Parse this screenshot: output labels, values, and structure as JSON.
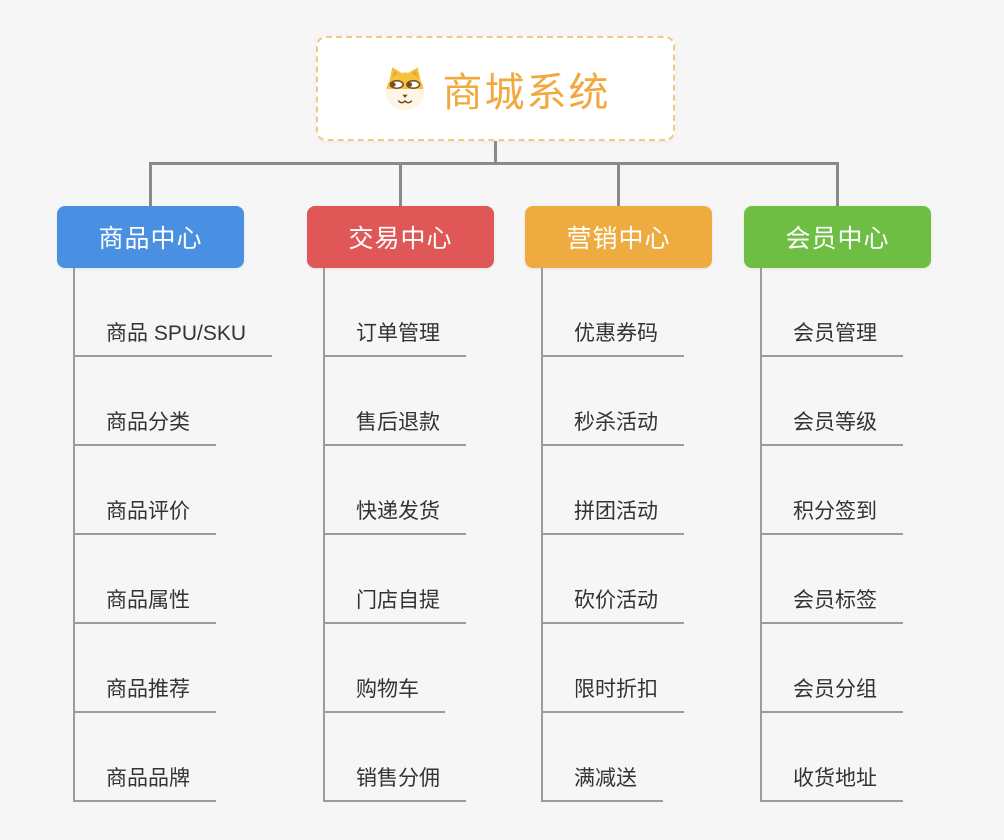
{
  "root": {
    "title": "商城系统",
    "icon": "dog-face-icon"
  },
  "branches": [
    {
      "label": "商品中心",
      "color": "#4A90E2",
      "children": [
        "商品 SPU/SKU",
        "商品分类",
        "商品评价",
        "商品属性",
        "商品推荐",
        "商品品牌"
      ]
    },
    {
      "label": "交易中心",
      "color": "#E05757",
      "children": [
        "订单管理",
        "售后退款",
        "快递发货",
        "门店自提",
        "购物车",
        "销售分佣"
      ]
    },
    {
      "label": "营销中心",
      "color": "#EEAB40",
      "children": [
        "优惠券码",
        "秒杀活动",
        "拼团活动",
        "砍价活动",
        "限时折扣",
        "满减送"
      ]
    },
    {
      "label": "会员中心",
      "color": "#6EBE44",
      "children": [
        "会员管理",
        "会员等级",
        "积分签到",
        "会员标签",
        "会员分组",
        "收货地址"
      ]
    }
  ],
  "colors": {
    "background": "#F6F6F6",
    "connector": "#8A8A8A",
    "child_line": "#9C9C9C",
    "child_text": "#333333",
    "root_title": "#F2A83C",
    "root_border": "#F3C887",
    "header_text": "#FFFFFF"
  }
}
